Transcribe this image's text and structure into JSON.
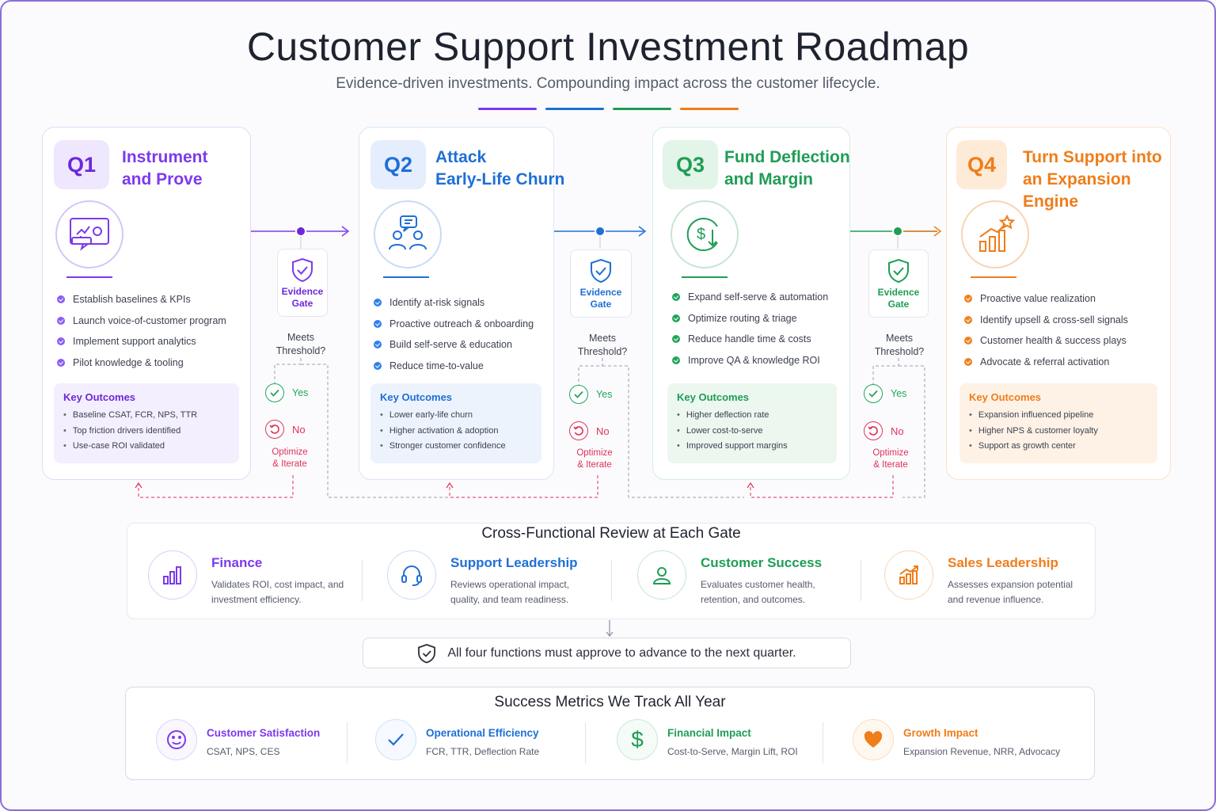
{
  "header": {
    "title": "Customer Support Investment Roadmap",
    "subtitle": "Evidence-driven investments. Compounding impact across the customer lifecycle."
  },
  "colors": {
    "q1": "#7c3aed",
    "q2": "#1f6fd6",
    "q3": "#1f9d55",
    "q4": "#ef7d1a",
    "no": "#e0325a",
    "yes": "#22a55a"
  },
  "quarters": [
    {
      "badge": "Q1",
      "title_line1": "Instrument",
      "title_line2": "and Prove",
      "icon": "analytics-screen-icon",
      "items": [
        "Establish baselines & KPIs",
        "Launch voice-of-customer program",
        "Implement support analytics",
        "Pilot knowledge & tooling"
      ],
      "outcomes_title": "Key Outcomes",
      "outcomes": [
        "Baseline CSAT, FCR, NPS, TTR",
        "Top friction drivers identified",
        "Use-case ROI validated"
      ]
    },
    {
      "badge": "Q2",
      "title_line1": "Attack",
      "title_line2": "Early-Life Churn",
      "icon": "people-chat-icon",
      "items": [
        "Identify at-risk signals",
        "Proactive outreach & onboarding",
        "Build self-serve & education",
        "Reduce time-to-value"
      ],
      "outcomes_title": "Key Outcomes",
      "outcomes": [
        "Lower early-life churn",
        "Higher activation & adoption",
        "Stronger customer confidence"
      ]
    },
    {
      "badge": "Q3",
      "title_line1": "Fund Deflection",
      "title_line2": "and Margin",
      "icon": "dollar-down-icon",
      "items": [
        "Expand self-serve & automation",
        "Optimize routing & triage",
        "Reduce handle time & costs",
        "Improve QA & knowledge ROI"
      ],
      "outcomes_title": "Key Outcomes",
      "outcomes": [
        "Higher deflection rate",
        "Lower cost-to-serve",
        "Improved support margins"
      ]
    },
    {
      "badge": "Q4",
      "title_line1": "Turn Support into",
      "title_line2": "an Expansion Engine",
      "icon": "growth-chart-star-icon",
      "items": [
        "Proactive value realization",
        "Identify upsell & cross-sell signals",
        "Customer health & success plays",
        "Advocate & referral activation"
      ],
      "outcomes_title": "Key Outcomes",
      "outcomes": [
        "Expansion influenced pipeline",
        "Higher NPS & customer loyalty",
        "Support as growth center"
      ]
    }
  ],
  "gates": [
    {
      "line1": "Evidence",
      "line2": "Gate",
      "meets1": "Meets",
      "meets2": "Threshold?",
      "yes": "Yes",
      "no": "No",
      "opt1": "Optimize",
      "opt2": "& Iterate"
    },
    {
      "line1": "Evidence",
      "line2": "Gate",
      "meets1": "Meets",
      "meets2": "Threshold?",
      "yes": "Yes",
      "no": "No",
      "opt1": "Optimize",
      "opt2": "& Iterate"
    },
    {
      "line1": "Evidence",
      "line2": "Gate",
      "meets1": "Meets",
      "meets2": "Threshold?",
      "yes": "Yes",
      "no": "No",
      "opt1": "Optimize",
      "opt2": "& Iterate"
    }
  ],
  "review": {
    "title": "Cross-Functional Review at Each Gate",
    "functions": [
      {
        "name": "Finance",
        "desc": "Validates ROI, cost impact, and investment efficiency.",
        "icon": "bar-chart-icon"
      },
      {
        "name": "Support Leadership",
        "desc": "Reviews operational impact, quality, and team readiness.",
        "icon": "headset-icon"
      },
      {
        "name": "Customer Success",
        "desc": "Evaluates customer health, retention, and outcomes.",
        "icon": "person-icon"
      },
      {
        "name": "Sales Leadership",
        "desc": "Assesses expansion potential and revenue influence.",
        "icon": "growth-chart-icon"
      }
    ]
  },
  "approval": {
    "text": "All four functions must approve to advance to the next quarter.",
    "icon": "shield-check-icon"
  },
  "metrics": {
    "title": "Success Metrics We Track All Year",
    "items": [
      {
        "name": "Customer Satisfaction",
        "desc": "CSAT, NPS, CES",
        "icon": "smiley-icon"
      },
      {
        "name": "Operational Efficiency",
        "desc": "FCR, TTR, Deflection Rate",
        "icon": "check-icon"
      },
      {
        "name": "Financial Impact",
        "desc": "Cost-to-Serve, Margin Lift, ROI",
        "icon": "dollar-icon"
      },
      {
        "name": "Growth Impact",
        "desc": "Expansion Revenue, NRR, Advocacy",
        "icon": "heart-icon"
      }
    ]
  }
}
